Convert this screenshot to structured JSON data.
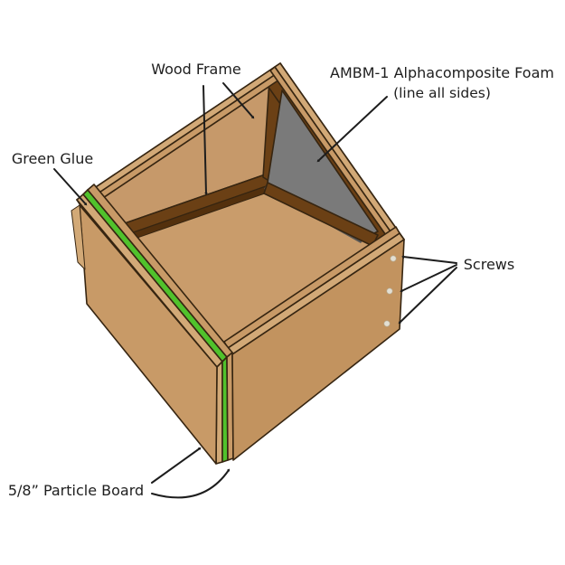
{
  "diagram": {
    "labels": {
      "wood_frame": "Wood Frame",
      "foam_line1": "AMBM-1 Alphacomposite Foam",
      "foam_line2": "(line all sides)",
      "green_glue": "Green Glue",
      "screws": "Screws",
      "particle_board": "5/8” Particle Board"
    },
    "colors": {
      "background": "#ffffff",
      "board_tan": "#C89A67",
      "board_tan_light": "#D2A977",
      "board_tan_dark": "#C2935F",
      "floor_tan": "#C99C6B",
      "inner_wall_tan": "#C6996A",
      "wood_frame_brown": "#6B4015",
      "wood_frame_brown_dark": "#53300D",
      "green_glue": "#50C22C",
      "foam_gray": "#7A7A7A",
      "foam_shadow": "#565656",
      "outline": "#362511",
      "text": "#1E1E1E",
      "arrow": "#1D1D1D",
      "screw": "#E3DFD3"
    }
  }
}
